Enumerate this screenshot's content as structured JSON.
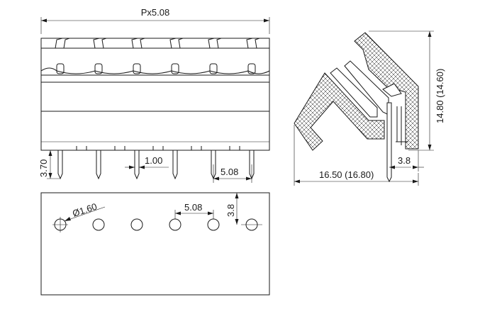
{
  "dimensions": {
    "pitch_total": "Px5.08",
    "pin_length": "3.70",
    "pin_width": "1.00",
    "pin_pitch_front": "5.08",
    "hole_diameter": "Ø1.60",
    "hole_pitch": "5.08",
    "hole_offset": "3.8",
    "side_height": "14.80 (14.60)",
    "side_offset": "3.8",
    "side_depth": "16.50 (16.80)"
  },
  "colors": {
    "line": "#1a1a1a",
    "background": "#ffffff"
  }
}
